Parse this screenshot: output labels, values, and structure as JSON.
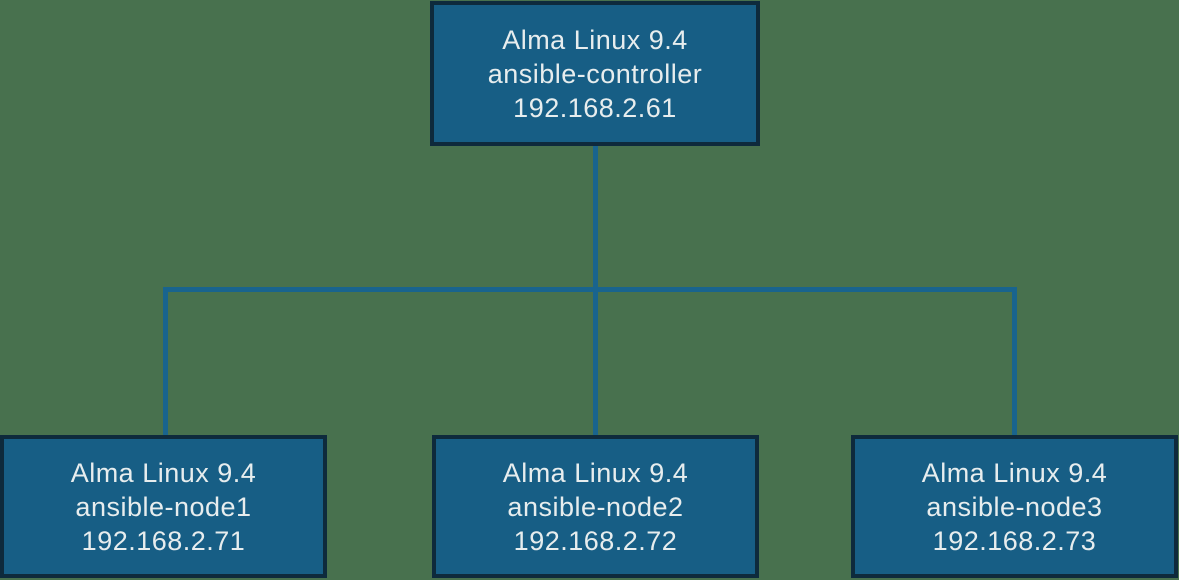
{
  "colors": {
    "background": "#48714E",
    "node-fill": "#175E85",
    "node-border": "#0E2A3C",
    "connector": "#19648E",
    "text": "#E7EDEE"
  },
  "nodes": {
    "controller": {
      "os": "Alma Linux 9.4",
      "hostname": "ansible-controller",
      "ip": "192.168.2.61"
    },
    "node1": {
      "os": "Alma Linux 9.4",
      "hostname": "ansible-node1",
      "ip": "192.168.2.71"
    },
    "node2": {
      "os": "Alma Linux 9.4",
      "hostname": "ansible-node2",
      "ip": "192.168.2.72"
    },
    "node3": {
      "os": "Alma Linux 9.4",
      "hostname": "ansible-node3",
      "ip": "192.168.2.73"
    }
  }
}
